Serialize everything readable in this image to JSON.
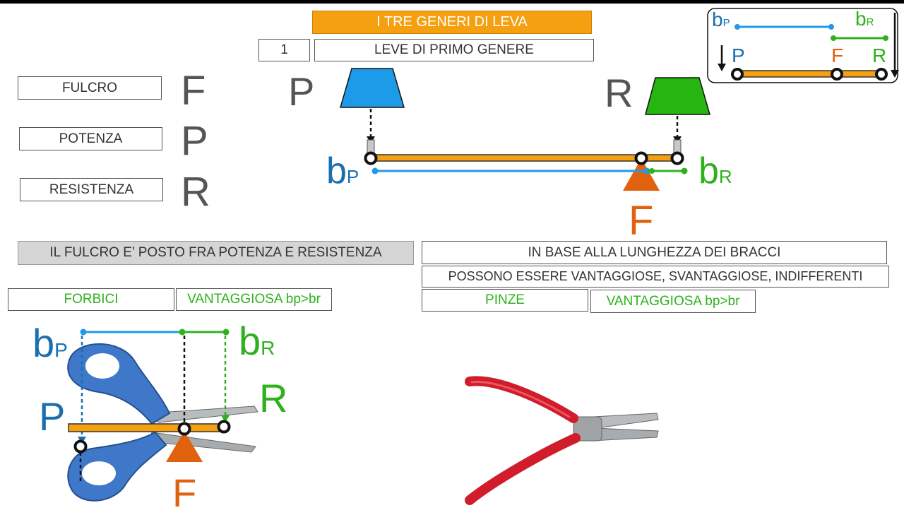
{
  "title": "I TRE GENERI DI LEVA",
  "number": "1",
  "subtitle": "LEVE DI PRIMO GENERE",
  "legend": {
    "fulcro": {
      "label": "FULCRO",
      "symbol": "F"
    },
    "potenza": {
      "label": "POTENZA",
      "symbol": "P"
    },
    "resistenza": {
      "label": "RESISTENZA",
      "symbol": "R"
    }
  },
  "main_diagram": {
    "p": "P",
    "r": "R",
    "f": "F",
    "bp": {
      "b": "b",
      "sub": "P"
    },
    "br": {
      "b": "b",
      "sub": "R"
    }
  },
  "mini_diagram": {
    "bp": {
      "b": "b",
      "sub": "P"
    },
    "br": {
      "b": "b",
      "sub": "R"
    },
    "p": "P",
    "f": "F",
    "r": "R"
  },
  "statement": "IL FULCRO E’ POSTO FRA POTENZA E RESISTENZA",
  "info_line1": "IN BASE ALLA LUNGHEZZA DEI BRACCI",
  "info_line2": "POSSONO ESSERE VANTAGGIOSE, SVANTAGGIOSE, INDIFFERENTI",
  "examples": [
    {
      "name": "FORBICI",
      "type": "VANTAGGIOSA bp>br"
    },
    {
      "name": "PINZE",
      "type": "VANTAGGIOSA bp>br"
    }
  ],
  "scissors_diagram": {
    "bp": {
      "b": "b",
      "sub": "P"
    },
    "br": {
      "b": "b",
      "sub": "R"
    },
    "p": "P",
    "r": "R",
    "f": "F"
  },
  "colors": {
    "orange": "#f4a011",
    "blue": "#1e9be8",
    "green": "#2fb11d",
    "fulcrum": "#e0620f",
    "text_blue": "#1a6fb0"
  }
}
